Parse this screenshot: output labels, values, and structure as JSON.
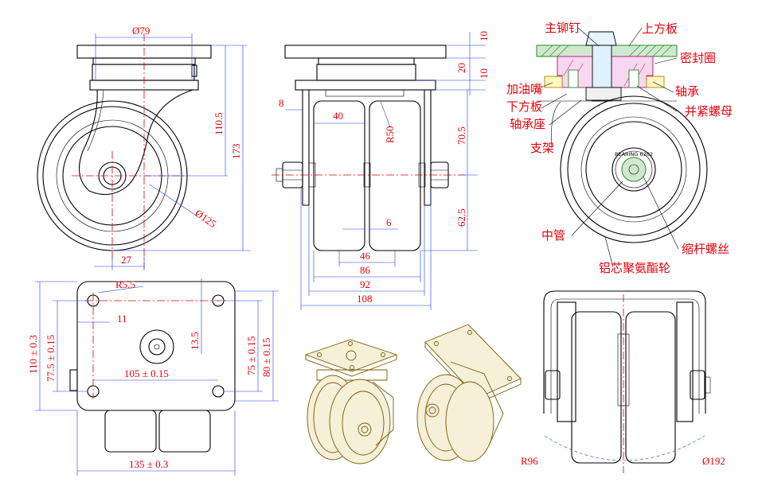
{
  "colors": {
    "line": "#000000",
    "dimension": "#1a3cff",
    "text": "#e8000a",
    "hatch_green": "#2a8a2a",
    "hatch_magenta": "#c02080",
    "hatch_yellow": "#e0c020",
    "iso_gold": "#7a5a00"
  },
  "side_view": {
    "dia_79": "Ø79",
    "h_110_5": "110.5",
    "h_173": "173",
    "dia_125": "Ø125",
    "offset_27": "27"
  },
  "front_view": {
    "t_10a": "10",
    "t_20": "20",
    "t_10b": "10",
    "w_8": "8",
    "w_40": "40",
    "r_50": "R50",
    "h_70_5": "70.5",
    "h_62_5": "62.5",
    "w_6": "6",
    "w_46": "46",
    "w_86": "86",
    "w_92": "92",
    "w_108": "108"
  },
  "plate_view": {
    "r_5_5": "R5.5",
    "h_110": "110 ± 0.3",
    "h_77_5": "77.5 ± 0.15",
    "w_11": "11",
    "h_13_5": "13.5",
    "w_105": "105 ± 0.15",
    "h_75": "75 ± 0.15",
    "h_80": "80 ± 0.15",
    "w_135": "135 ± 0.3"
  },
  "section_labels": {
    "main_rivet": "主铆钉",
    "top_plate": "上方板",
    "seal_ring": "密封圈",
    "grease_nipple": "加油嘴",
    "bearing": "轴承",
    "bottom_plate": "下方板",
    "lock_nut": "并紧螺母",
    "bearing_seat": "轴承座",
    "bracket": "支架",
    "center_tube": "中管",
    "shrink_bolt": "缩杆螺丝",
    "wheel": "铝芯聚氨酯轮"
  },
  "bearing_text": "BEARING 6202",
  "bottom_view": {
    "r_96": "R96",
    "dia_192": "Ø192"
  }
}
